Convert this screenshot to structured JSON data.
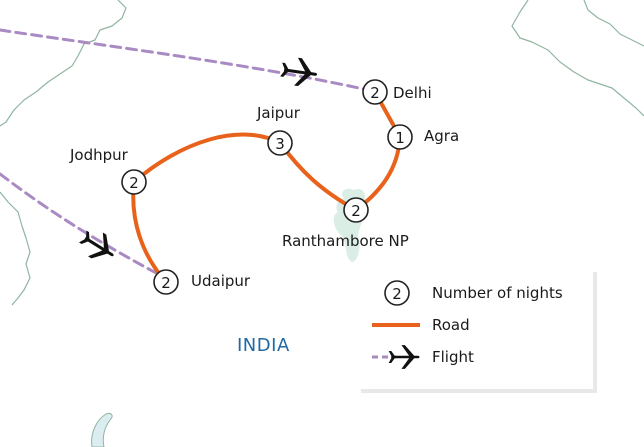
{
  "map": {
    "country_label": "INDIA",
    "colors": {
      "road": "#e8621b",
      "flight": "#a98ac2",
      "border": "#8fb5a0",
      "park": "#dbeee6",
      "water": "#dcedf2",
      "country_label": "#1f6aa5",
      "marker_stroke": "#222222"
    },
    "stops": [
      {
        "name": "Delhi",
        "nights": "2"
      },
      {
        "name": "Agra",
        "nights": "1"
      },
      {
        "name": "Jaipur",
        "nights": "3"
      },
      {
        "name": "Jodhpur",
        "nights": "2"
      },
      {
        "name": "Udaipur",
        "nights": "2"
      },
      {
        "name": "Ranthambore NP",
        "nights": "2"
      }
    ],
    "plane_icons": [
      "airplane-icon",
      "airplane-icon"
    ]
  },
  "legend": {
    "sample_nights": "2",
    "nights_label": "Number of nights",
    "road_label": "Road",
    "flight_label": "Flight"
  }
}
